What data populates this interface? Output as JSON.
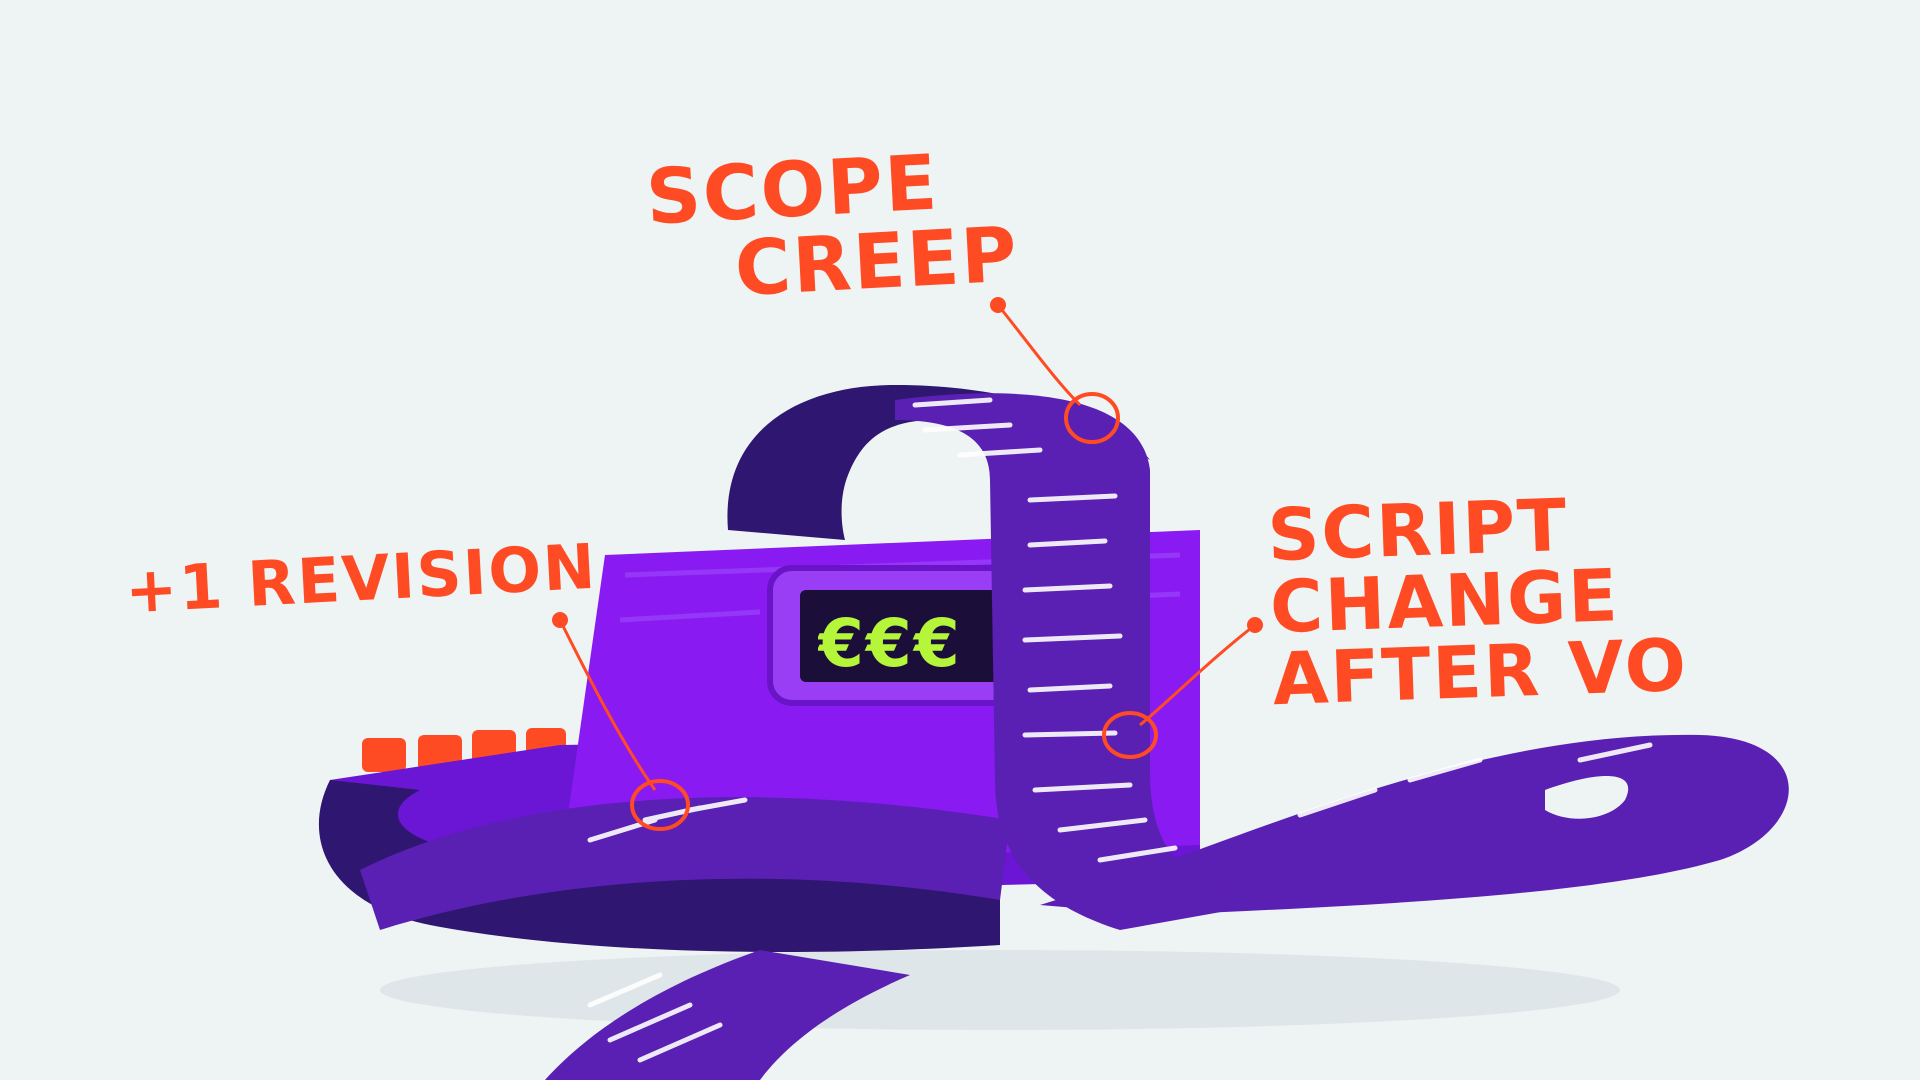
{
  "labels": {
    "scope_creep": [
      "SCOPE",
      "CREEP"
    ],
    "revision": "+1 REVISION",
    "script_change": [
      "SCRIPT",
      "CHANGE",
      "AFTER VO"
    ]
  },
  "register_display": "€€€",
  "colors": {
    "background": "#eef3f3",
    "annotation": "#ff4b24",
    "register_purple": "#7a12e6",
    "tape_purple": "#5a1fb3",
    "tape_dark": "#2f1670",
    "screen_text": "#b5f53a"
  }
}
